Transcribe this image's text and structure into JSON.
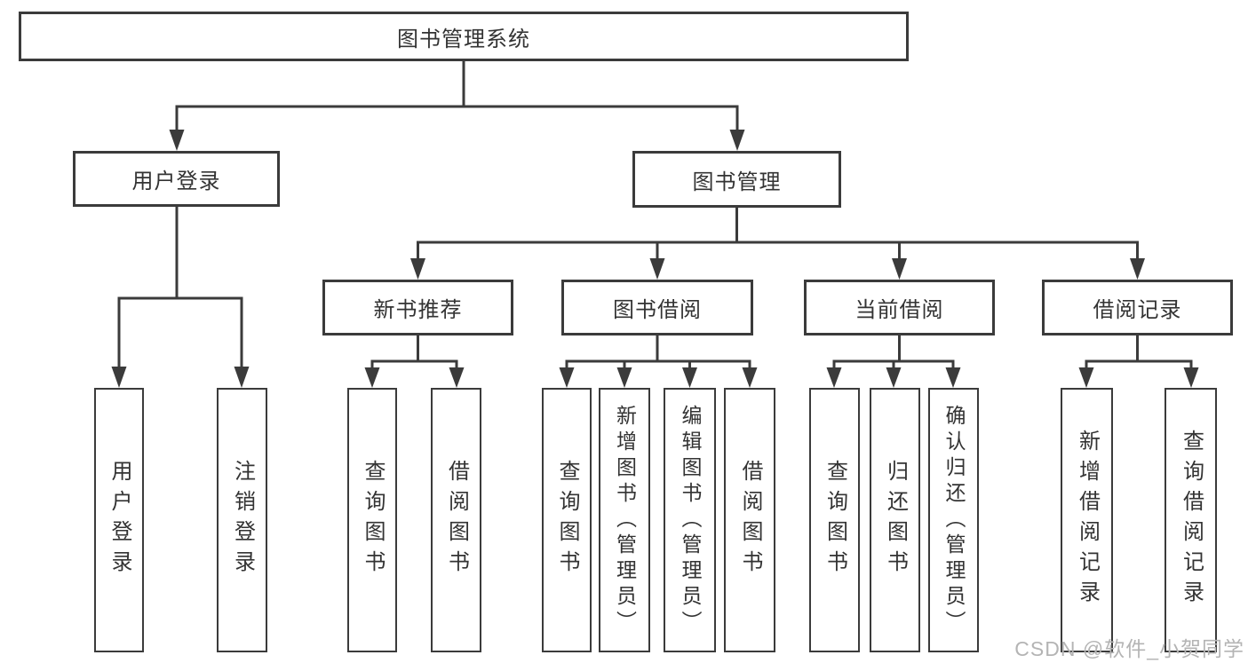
{
  "diagram": {
    "title": "图书管理系统",
    "tree": {
      "root": "图书管理系统",
      "user_login": {
        "label": "用户登录",
        "children": [
          "用户登录",
          "注销登录"
        ]
      },
      "book_mgmt": {
        "label": "图书管理",
        "sections": [
          {
            "label": "新书推荐",
            "children": [
              "查询图书",
              "借阅图书"
            ]
          },
          {
            "label": "图书借阅",
            "children": [
              "查询图书",
              "新增图书（管理员）",
              "编辑图书（管理员）",
              "借阅图书"
            ]
          },
          {
            "label": "当前借阅",
            "children": [
              "查询图书",
              "归还图书",
              "确认归还（管理员）"
            ]
          },
          {
            "label": "借阅记录",
            "children": [
              "新增借阅记录",
              "查询借阅记录"
            ]
          }
        ]
      }
    },
    "colors": {
      "line": "#3b3b3b",
      "box_border": "#3b3b3b",
      "text": "#333333",
      "background": "#ffffff",
      "watermark": "#b4b4b4"
    }
  },
  "watermark": "CSDN @软件_小贺同学"
}
